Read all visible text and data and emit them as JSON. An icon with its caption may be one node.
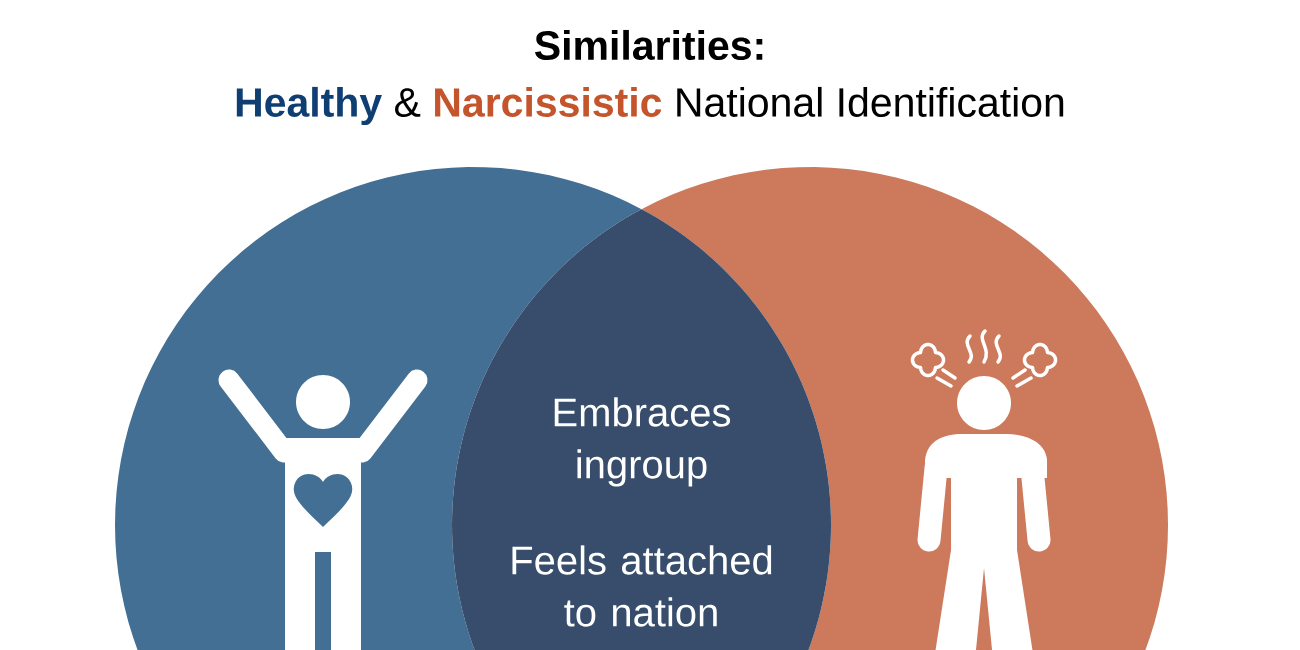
{
  "diagram": {
    "title": "Similarities:",
    "nodes": [
      {
        "text": [],
        "shape": "circle"
      },
      {
        "text": [],
        "shape": "circle"
      },
      {
        "text": [
          "Embraces ingroup",
          "Feels attached to nation"
        ]
      }
    ],
    "labels": [
      "**Healthy** & **Narcissistic** National Identification"
    ]
  }
}
